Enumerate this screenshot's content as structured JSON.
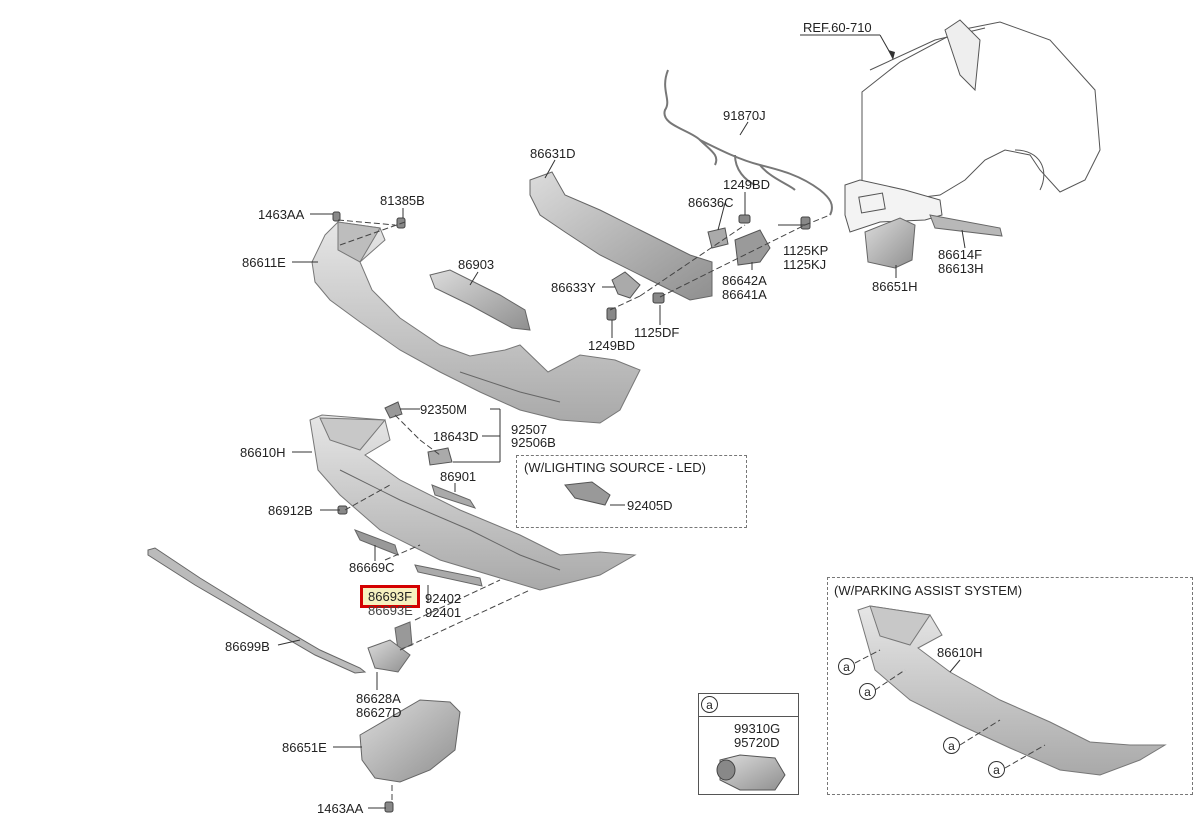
{
  "diagram": {
    "ref": "REF.60-710",
    "part_labels": {
      "p1463AA_top": "1463AA",
      "p81385B": "81385B",
      "p86611E": "86611E",
      "p86903": "86903",
      "p86631D": "86631D",
      "p91870J": "91870J",
      "p1249BD_top": "1249BD",
      "p86636C": "86636C",
      "p1125KP": "1125KP",
      "p1125KJ": "1125KJ",
      "p86642A": "86642A",
      "p86641A": "86641A",
      "p86633Y": "86633Y",
      "p1125DF": "1125DF",
      "p1249BD_bot": "1249BD",
      "p86614F": "86614F",
      "p86613H": "86613H",
      "p86651H": "86651H",
      "p92350M": "92350M",
      "p92507": "92507",
      "p18643D": "18643D",
      "p92506B": "92506B",
      "p86610H": "86610H",
      "p86901": "86901",
      "p86912B": "86912B",
      "p86669C": "86669C",
      "p86693F": "86693F",
      "p86693E": "86693E",
      "p92402": "92402",
      "p92401": "92401",
      "p86699B": "86699B",
      "p86628A": "86628A",
      "p86627D": "86627D",
      "p86651E": "86651E",
      "p1463AA_bot": "1463AA",
      "p92405D": "92405D",
      "p86610H_pas": "86610H",
      "p99310G": "99310G",
      "p95720D": "95720D"
    },
    "led_box_title": "(W/LIGHTING SOURCE - LED)",
    "pas_box_title": "(W/PARKING ASSIST SYSTEM)",
    "callout_letter": "a",
    "highlighted_part": "86693F",
    "colors": {
      "highlight_border": "#d40000",
      "highlight_fill": "#f6f0bf"
    }
  }
}
